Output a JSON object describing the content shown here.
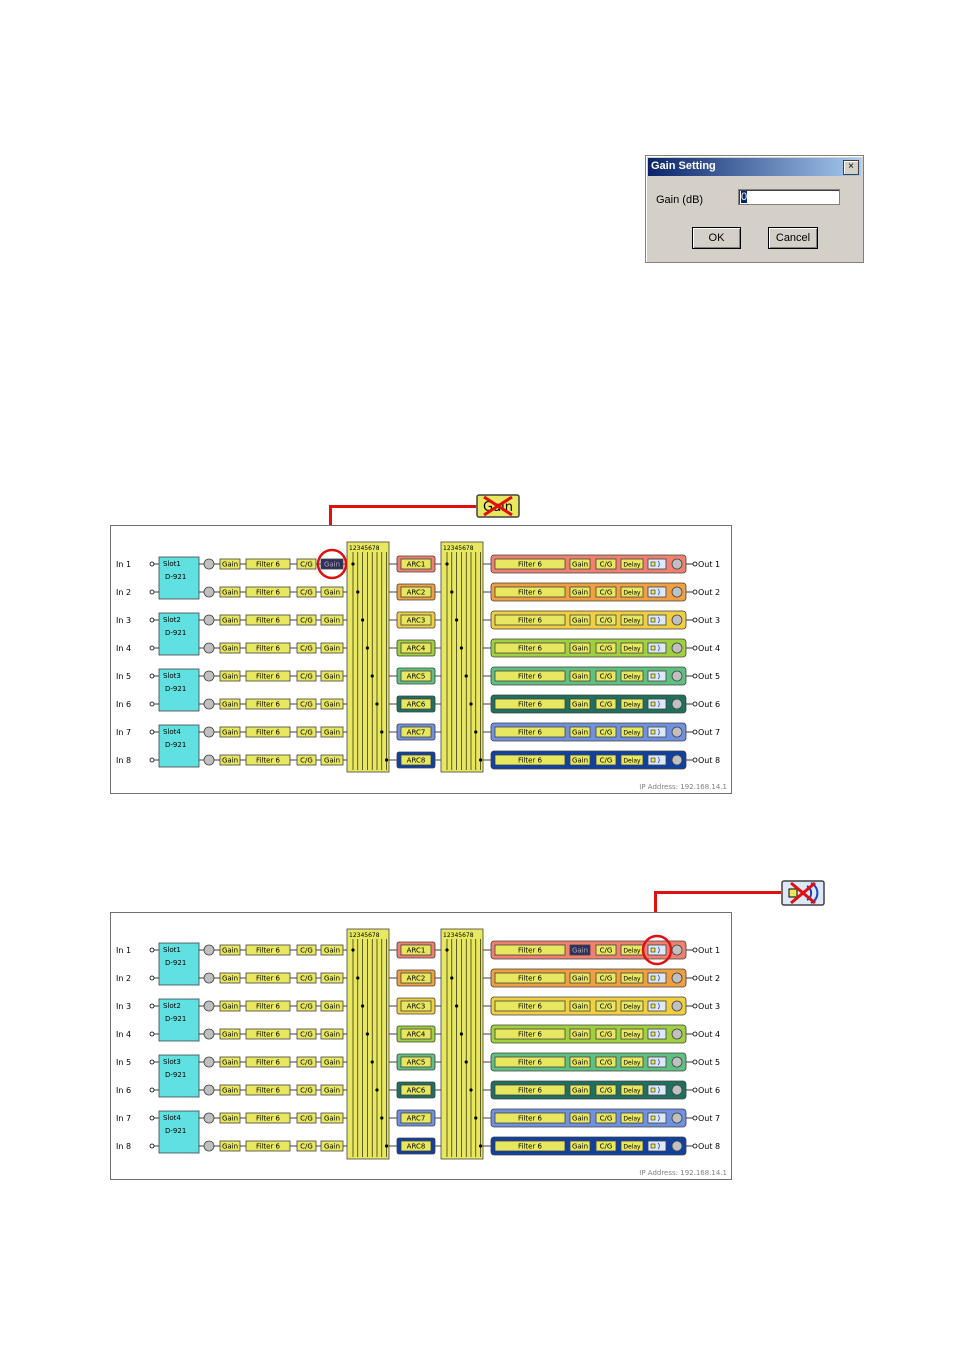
{
  "dialog": {
    "title": "Gain Setting",
    "close": "×",
    "label": "Gain (dB)",
    "value": "0",
    "ok": "OK",
    "cancel": "Cancel"
  },
  "diagram": {
    "inputs": [
      "In 1",
      "In 2",
      "In 3",
      "In 4",
      "In 5",
      "In 6",
      "In 7",
      "In 8"
    ],
    "outputs": [
      "Out 1",
      "Out 2",
      "Out 3",
      "Out 4",
      "Out 5",
      "Out 6",
      "Out 7",
      "Out 8"
    ],
    "slots": [
      {
        "name": "Slot1",
        "model": "D-921"
      },
      {
        "name": "Slot2",
        "model": "D-921"
      },
      {
        "name": "Slot3",
        "model": "D-921"
      },
      {
        "name": "Slot4",
        "model": "D-921"
      }
    ],
    "gain": "Gain",
    "filter": "Filter 6",
    "cg": "C/G",
    "delay": "Delay",
    "matrix_header": "12345678",
    "arcs": [
      "ARC1",
      "ARC2",
      "ARC3",
      "ARC4",
      "ARC5",
      "ARC6",
      "ARC7",
      "ARC8"
    ],
    "ip": "IP Address: 192.168.14.1",
    "colors": {
      "block": "#e8e860",
      "slot": "#60e0e0",
      "out_colors": [
        "#f08070",
        "#f0a040",
        "#f0d040",
        "#a0d040",
        "#60c080",
        "#207060",
        "#7090e0",
        "#1040a0"
      ],
      "callout": "#e01010"
    }
  }
}
